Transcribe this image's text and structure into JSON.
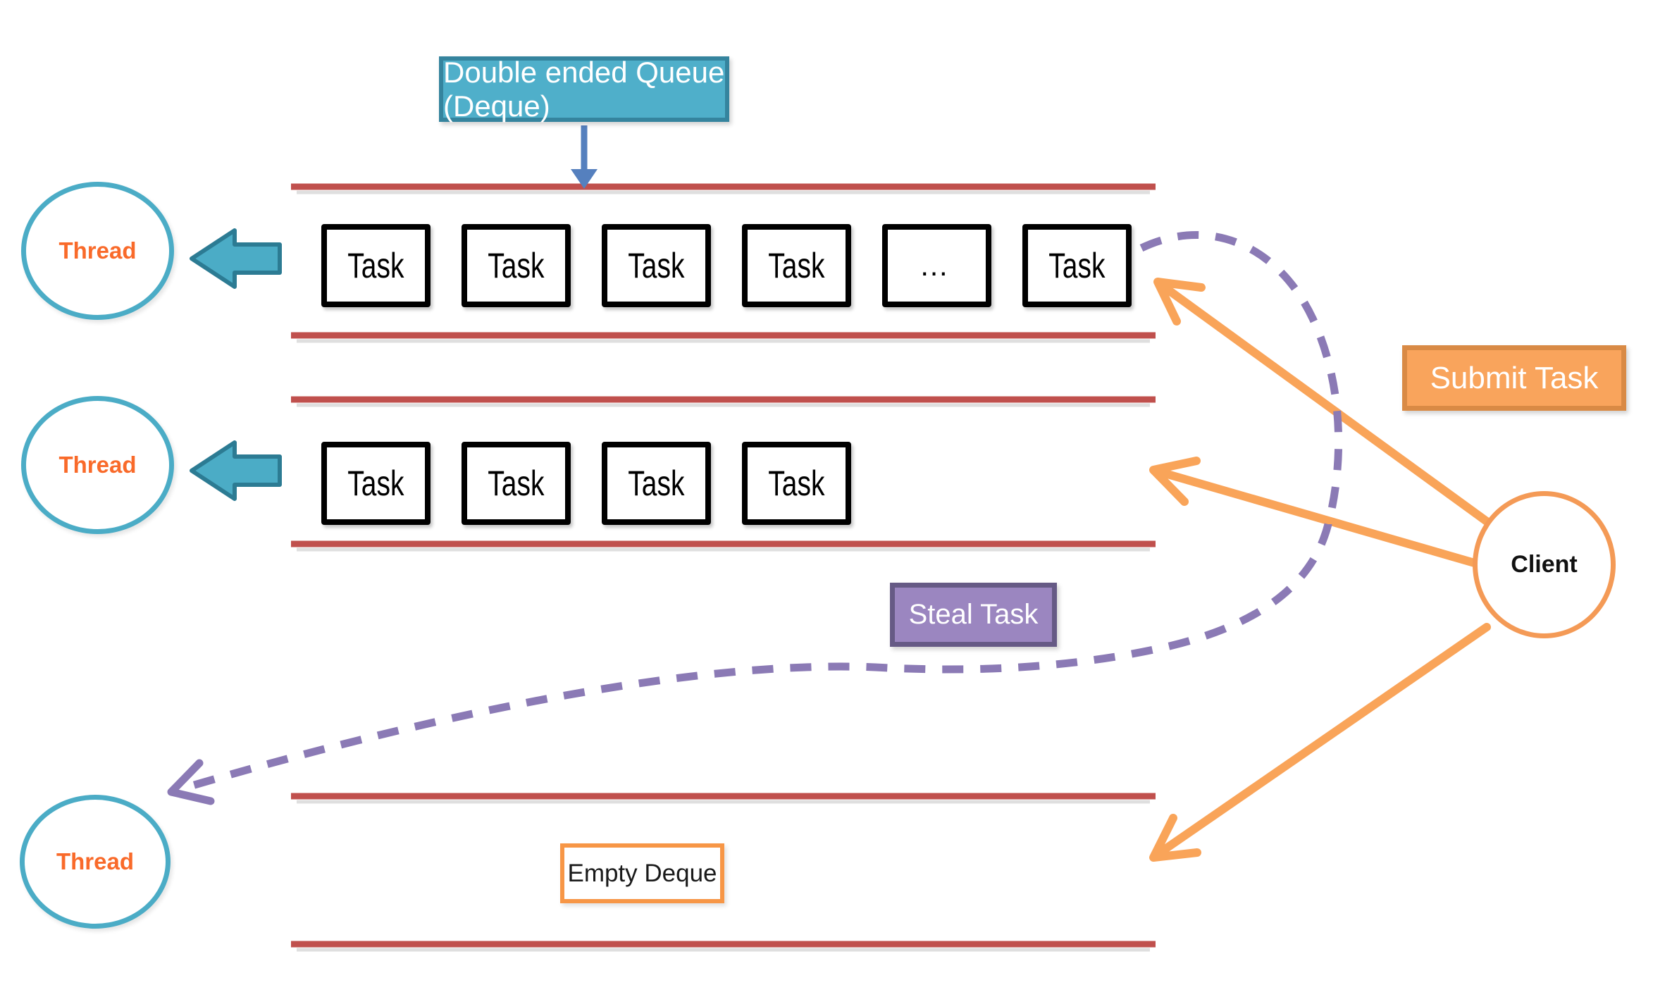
{
  "diagram": {
    "title": "Double ended Queue (Deque)",
    "submit_label": "Submit Task",
    "steal_label": "Steal Task",
    "empty_label": "Empty Deque",
    "client_label": "Client",
    "thread1_label": "Thread",
    "thread2_label": "Thread",
    "thread3_label": "Thread",
    "queue1": {
      "tasks": [
        "Task",
        "Task",
        "Task",
        "Task",
        "…",
        "Task"
      ]
    },
    "queue2": {
      "tasks": [
        "Task",
        "Task",
        "Task",
        "Task"
      ]
    }
  },
  "colors": {
    "teal_fill": "#4FAFCA",
    "teal_border": "#35849E",
    "teal_arrow": "#4BACC6",
    "red_deque_line": "#C0504D",
    "orange_fill": "#F9A45C",
    "orange_border": "#D98A45",
    "orange_arrow": "#F9A459",
    "orange_outline": "#F79646",
    "purple_fill": "#9B86C0",
    "purple_border": "#665A85",
    "purple_dash": "#8B7AB5",
    "blue_arrow": "#5580BE",
    "thread_text": "#F96A2A",
    "task_border": "#000000"
  }
}
